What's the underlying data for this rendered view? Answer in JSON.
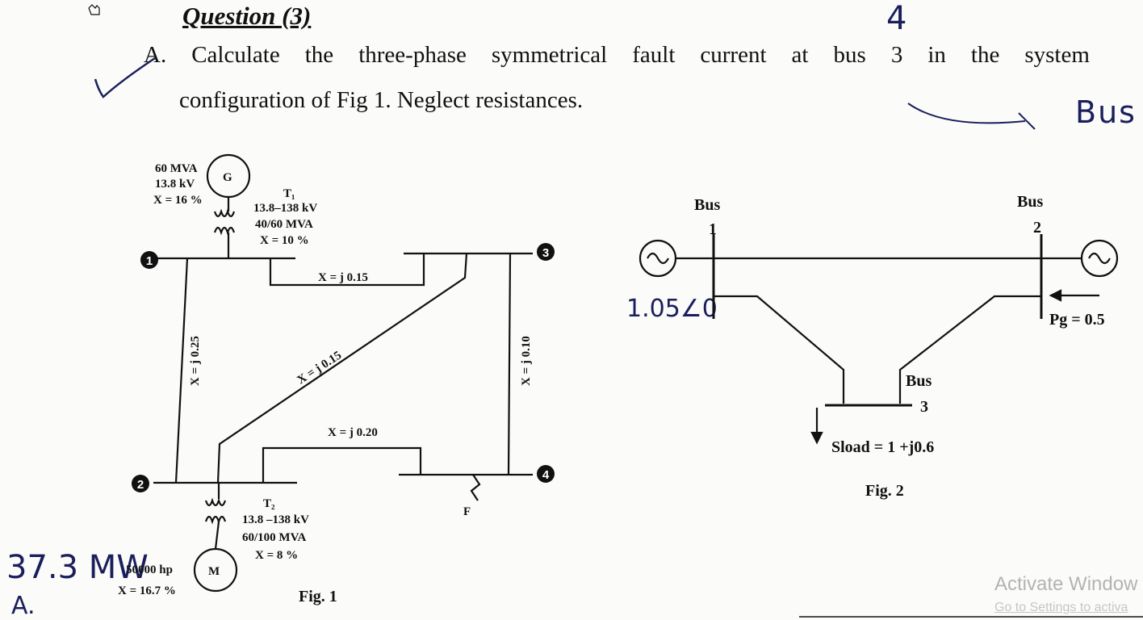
{
  "question": {
    "title": "Question (3)",
    "part_a_words": [
      "A.",
      "Calculate",
      "the",
      "three-phase",
      "symmetrical",
      "fault",
      "current",
      "at",
      "bus",
      "3",
      "in",
      "the",
      "system"
    ],
    "part_a_line2": "configuration of Fig 1. Neglect resistances."
  },
  "handwriting": {
    "bus": "Bus",
    "four": "4",
    "mw": "37.3 MW",
    "a": "A.",
    "v105": "1.05∠0"
  },
  "fig1": {
    "caption": "Fig. 1",
    "gen_rating": [
      "60 MVA",
      "13.8 kV",
      "X = 16 %"
    ],
    "gen_symbol": "G",
    "t1_name": "T₁",
    "t1_rating": [
      "13.8–138 kV",
      "40/60 MVA",
      "X = 10 %"
    ],
    "t2_name": "T₂",
    "t2_rating": [
      "13.8 –138 kV",
      "60/100 MVA",
      "X = 8 %"
    ],
    "motor_rating": [
      "50000 hp",
      "X = 16.7 %"
    ],
    "motor_symbol": "M",
    "line_13": "X = j 0.15",
    "line_12": "X = j 0.25",
    "line_23": "X = j 0.15",
    "line_24": "X = j 0.20",
    "line_34": "X = j 0.10",
    "fault_label": "F",
    "bus_numbers": [
      "1",
      "2",
      "3",
      "4"
    ]
  },
  "fig2": {
    "caption": "Fig. 2",
    "bus1": [
      "Bus",
      "1"
    ],
    "bus2": [
      "Bus",
      "2"
    ],
    "bus3": [
      "Bus",
      "3"
    ],
    "pg": "Pg = 0.5",
    "sload": "Sload = 1 +j0.6"
  },
  "watermark": {
    "line1": "Activate Window",
    "line2": "Go to Settings to activa"
  }
}
